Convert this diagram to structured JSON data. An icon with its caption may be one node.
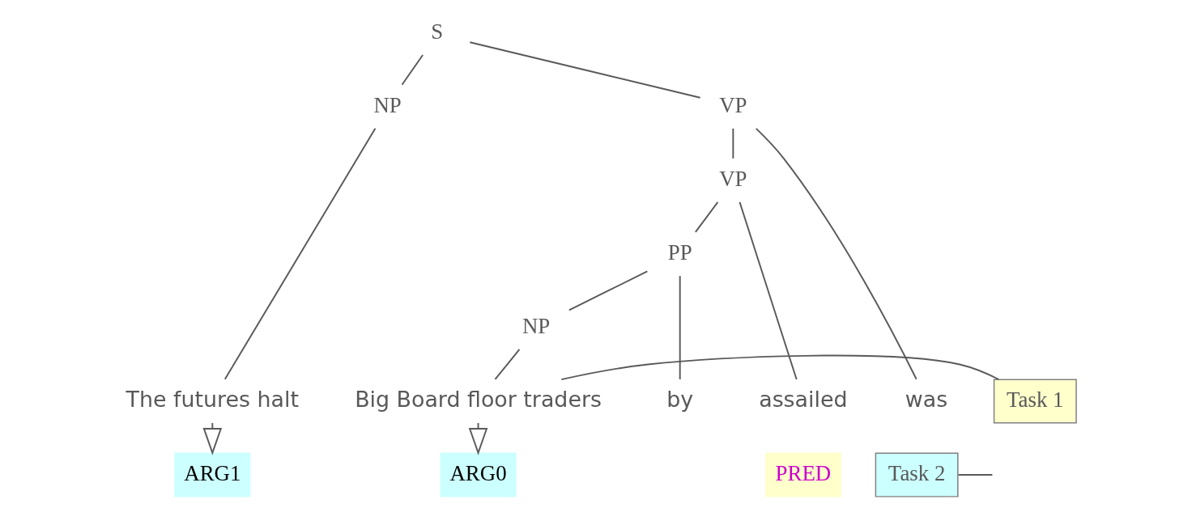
{
  "diagram": {
    "nodes": [
      {
        "text": [
          "S"
        ]
      },
      {
        "text": [
          "NP"
        ]
      },
      {
        "text": [
          "VP"
        ]
      },
      {
        "text": [
          "VP"
        ]
      },
      {
        "text": [
          "PP"
        ]
      },
      {
        "text": [
          "NP"
        ]
      },
      {
        "text": [
          "The futures halt"
        ]
      },
      {
        "text": [
          "was"
        ]
      },
      {
        "text": [
          "assailed"
        ]
      },
      {
        "text": [
          "by"
        ]
      },
      {
        "text": [
          "Big Board floor traders"
        ]
      },
      {
        "text": [
          "PRED"
        ]
      },
      {
        "text": [
          "ARG1"
        ]
      },
      {
        "text": [
          "ARG0"
        ]
      },
      {
        "text": [
          "Task 1"
        ]
      },
      {
        "text": [
          "Task 2"
        ]
      }
    ],
    "edges": [
      {
        "from": 0,
        "to": 1,
        "arrow": "none"
      },
      {
        "from": 0,
        "to": 2,
        "arrow": "none"
      },
      {
        "from": 1,
        "to": 6,
        "arrow": "none"
      },
      {
        "from": 2,
        "to": 7,
        "arrow": "none"
      },
      {
        "from": 2,
        "to": 3,
        "arrow": "none"
      },
      {
        "from": 3,
        "to": 8,
        "arrow": "none"
      },
      {
        "from": 3,
        "to": 4,
        "arrow": "none"
      },
      {
        "from": 4,
        "to": 9,
        "arrow": "none"
      },
      {
        "from": 4,
        "to": 5,
        "arrow": "none"
      },
      {
        "from": 5,
        "to": 10,
        "arrow": "none"
      },
      {
        "from": 6,
        "to": 12,
        "arrow": "to"
      },
      {
        "from": 10,
        "to": 13,
        "arrow": "to"
      },
      {
        "from": 14,
        "to": 10,
        "arrow": "none"
      },
      {
        "from": 15,
        "to": null,
        "arrow": "none"
      }
    ]
  }
}
